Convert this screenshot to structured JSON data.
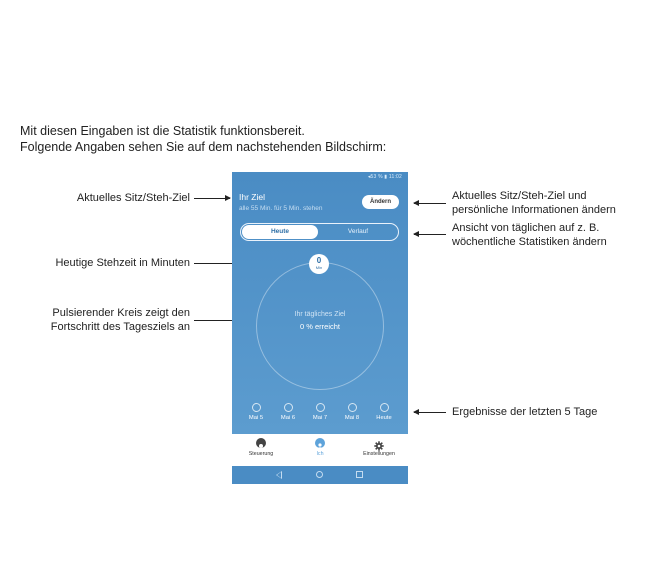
{
  "intro": {
    "line1": "Mit diesen Eingaben ist die Statistik funktionsbereit.",
    "line2": "Folgende Angaben sehen Sie auf dem nachstehenden Bildschirm:"
  },
  "callouts": {
    "current_goal": "Aktuelles Sitz/Steh-Ziel",
    "standing_time_today": "Heutige Stehzeit in Minuten",
    "pulsing_circle_line1": "Pulsierender Kreis zeigt den",
    "pulsing_circle_line2": "Fortschritt des Tagesziels an",
    "change_goal_line1": "Aktuelles Sitz/Steh-Ziel und",
    "change_goal_line2": "persönliche Informationen ändern",
    "view_toggle_line1": "Ansicht von täglichen auf  z. B.",
    "view_toggle_line2": "wöchentliche Statistiken ändern",
    "last_5_days": "Ergebnisse der letzten 5 Tage"
  },
  "phone": {
    "status": "◂53 % ▮ 11:02",
    "goal_title": "Ihr Ziel",
    "goal_subtitle": "alle 55 Min. für 5 Min. stehen",
    "change_button": "Ändern",
    "tabs": {
      "today": "Heute",
      "history": "Verlauf"
    },
    "minutes_value": "0",
    "minutes_unit": "Min",
    "daily_goal_label": "Ihr tägliches Ziel",
    "reached_label": "0 % erreicht",
    "days": [
      "Mai 5",
      "Mai 6",
      "Mai 7",
      "Mai 8",
      "Heute"
    ],
    "nav": {
      "control": "Steuerung",
      "me": "Ich",
      "settings": "Einstellungen"
    },
    "colors": {
      "screen": "#4f93c8",
      "accent": "#5ea3da"
    }
  }
}
